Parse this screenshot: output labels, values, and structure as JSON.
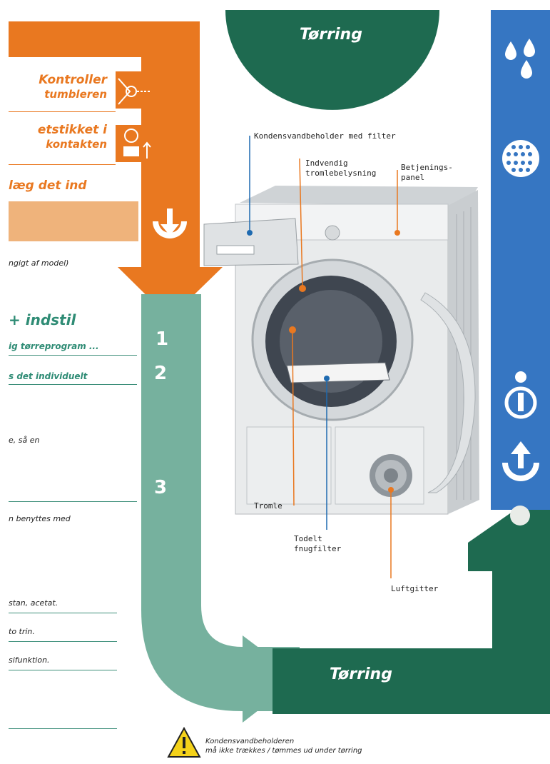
{
  "header": {
    "title": "Tørring"
  },
  "left_steps": [
    {
      "line1": "Kontroller",
      "line2": "tumbleren",
      "icon": "door-check-icon"
    },
    {
      "line1": "etstikket i",
      "line2": "kontakten",
      "icon": "plug-icon"
    },
    {
      "line1": "læg det ind",
      "line2": "",
      "icon": ""
    }
  ],
  "load_note": "ngigt af model)",
  "step_one": {
    "heading": "+ indstil",
    "item1": "ig tørreprogram ...",
    "item2": "s det individuelt",
    "line_a": "e, så en",
    "line_b": "n benyttes med"
  },
  "fabric_notes": [
    "stan, acetat.",
    "to trin.",
    "sifunktion."
  ],
  "step_numbers": [
    "1",
    "2",
    "3"
  ],
  "callouts": {
    "condensate": "Kondensvandbeholder med filter",
    "light_l1": "Indvendig",
    "light_l2": "tromlebelysning",
    "panel_l1": "Betjenings-",
    "panel_l2": "panel",
    "drum": "Tromle",
    "fluff_l1": "Todelt",
    "fluff_l2": "fnugfilter",
    "grille": "Luftgitter"
  },
  "bottom_banner": {
    "title": "Tørring"
  },
  "warning": {
    "line1": "Kondensvandbeholderen",
    "line2": "må ikke trækkes / tømmes ud under tørring"
  },
  "colors": {
    "orange": "#e97820",
    "orange_light": "#efb37b",
    "teal": "#76b19e",
    "dark_green": "#1e6a50",
    "blue": "#3676c2"
  },
  "icons": [
    "water-drops-icon",
    "filter-mesh-icon",
    "info-icon",
    "unload-arrow-icon",
    "load-arrow-icon",
    "warning-icon"
  ]
}
